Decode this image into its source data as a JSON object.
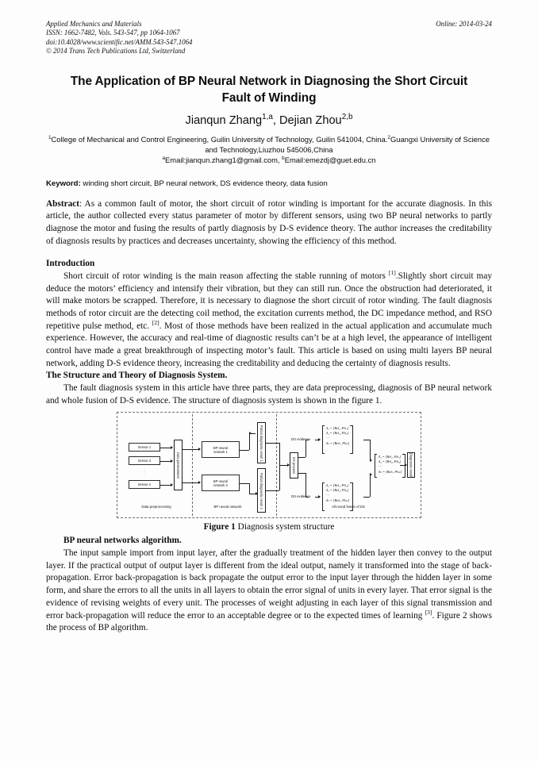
{
  "header": {
    "journal": "Applied Mechanics and Materials",
    "issn": "ISSN: 1662-7482, Vols. 543-547, pp 1064-1067",
    "doi": "doi:10.4028/www.scientific.net/AMM.543-547.1064",
    "copyright": "© 2014 Trans Tech Publications Ltd, Switzerland",
    "online": "Online: 2014-03-24"
  },
  "title": {
    "line1": "The Application of BP Neural Network in Diagnosing the Short Circuit",
    "line2": "Fault of Winding"
  },
  "authors": {
    "a1_name": "Jianqun Zhang",
    "a1_sup": "1,a",
    "sep": ", ",
    "a2_name": "Dejian Zhou",
    "a2_sup": "2,b"
  },
  "affiliations": {
    "sup1": "1",
    "aff1": "College of Mechanical and Control Engineering, Guilin University of Technology, Guilin 541004, China.",
    "sup2": "2",
    "aff2": "Guangxi University of Science and Technology,Liuzhou 545006,China",
    "supa": "a",
    "email1": "Email:jianqun.zhang1@gmail.com, ",
    "supb": "b",
    "email2": "Email:emezdj@guet.edu.cn"
  },
  "keyword": {
    "label": "Keyword:",
    "value": " winding short circuit, BP neural network, DS evidence theory, data fusion"
  },
  "abstract": {
    "label": "Abstract",
    "colon": ":",
    "text": " As a common fault of motor, the short circuit of rotor winding is important for the accurate diagnosis. In this article, the author collected every status parameter of motor by different sensors, using two BP neural networks to partly diagnose the motor and fusing the results of partly diagnosis by D-S evidence theory. The author increases the creditability of diagnosis results by practices and decreases uncertainty, showing the efficiency of this method."
  },
  "sections": {
    "introduction_heading": "Introduction",
    "intro_p1_a": "Short circuit of rotor winding is the main reason affecting the stable running of motors ",
    "intro_ref1": "[1]",
    "intro_p1_b": ".Slightly short circuit may deduce the motors’ efficiency and intensify their vibration, but they can still run. Once the obstruction had deteriorated, it will make motors be scrapped. Therefore, it is necessary to diagnose the short circuit of rotor winding. The fault diagnosis methods of rotor circuit are the detecting coil method, the excitation currents method, the DC impedance method, and RSO repetitive pulse method, etc. ",
    "intro_ref2": "[2]",
    "intro_p1_c": ". Most of those methods have been realized in the actual application and accumulate much experience. However, the accuracy and real-time of diagnostic results can’t be at a high level, the appearance of intelligent control have made a great breakthrough of inspecting motor’s fault. This article is based on using multi layers BP neural network, adding D-S evidence theory, increasing the creditability and deducing the certainty of diagnosis results.",
    "structure_heading": "The Structure and Theory of Diagnosis System.",
    "structure_p1": "The fault diagnosis system in this article have three parts, they are data preprocessing, diagnosis of BP neural network and whole fusion of D-S evidence. The structure of diagnosis system is shown in the figure 1.",
    "bp_heading": "BP neural networks algorithm.",
    "bp_p1_a": "The input sample import from input layer, after the gradually treatment of the hidden layer then convey to the output layer. If the practical output of output layer is different from the ideal output, namely it transformed into the stage of back-propagation. Error back-propagation is back propagate the output error to the input layer through the hidden layer in some form, and share the errors to all the units in all layers to obtain the error signal of units in every layer. That error signal is the evidence of revising weights of every unit. The processes of weight adjusting in each layer of this signal transmission and error back-propagation will reduce the error to an acceptable degree or to the expected times of learning ",
    "bp_ref3": "[3]",
    "bp_p1_b": ". Figure 2 shows the process of BP algorithm."
  },
  "figure": {
    "caption_label": "Figure 1",
    "caption_text": " Diagnosis system structure",
    "zone_labels": {
      "zone1": "Data preprocessing",
      "zone2": "BP neural network",
      "zone3": "All-round fusion of DS"
    },
    "nodes": {
      "sensor1": "Sensor 1",
      "sensor2": "Sensor 2",
      "sensor_n": "Sensor n",
      "dots": "·\n·\n·",
      "pretreatment": "Data pretreatment",
      "bpnn1_l1": "BP neural",
      "bpnn1_l2": "network 1",
      "bpnn2_l1": "BP neural",
      "bpnn2_l2": "network 2",
      "partial1": "Partial diagnostic result 1",
      "partial2": "Partial diagnostic result 2",
      "ds_process": "DS process",
      "final": "Diagnostic result"
    },
    "evidence_labels": {
      "ev1": "DS evidence",
      "ev2": "DS evidence"
    },
    "matrix_top": {
      "r1": "A₁ = [Bel₁, Pls₁]",
      "r2": "A₂ = [Bel₂, Pls₂]",
      "r3": "⋯",
      "r4": "Aₙ = [Belₙ, Plsₙ]"
    },
    "matrix_bottom": {
      "r1": "A₁ = [Bel₁, Pls₁]",
      "r2": "A₂ = [Bel₂, Pls₂]",
      "r3": "⋯",
      "r4": "Aₙ = [Belₙ, Plsₙ]"
    },
    "matrix_final": {
      "r1": "A₁ = [Bel₁, Pls₁]",
      "r2": "A₂ = [Bel₂, Pls₂]",
      "r3": "⋯",
      "r4": "Aₙ = [Belₙ, Plsₙ]"
    }
  }
}
